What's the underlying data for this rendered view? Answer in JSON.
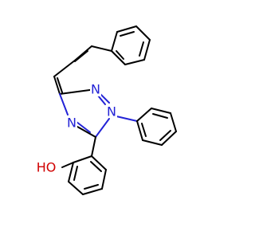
{
  "diagram": {
    "type": "chemical-structure",
    "atom_labels": {
      "n_triazole_upper": "N",
      "n_triazole_right": "N",
      "n_triazole_left": "N",
      "hydroxyl": "HO"
    },
    "colors": {
      "bond": "#000000",
      "nitrogen": "#2323d6",
      "oxygen": "#d00000",
      "background": "#ffffff"
    }
  }
}
